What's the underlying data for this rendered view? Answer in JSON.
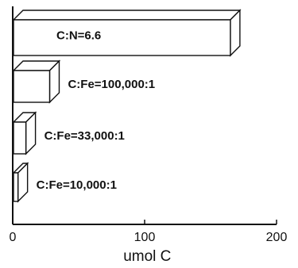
{
  "chart_data": {
    "type": "bar",
    "orientation": "horizontal",
    "style": "3d",
    "categories": [
      "C:N=6.6",
      "C:Fe=100,000:1",
      "C:Fe=33,000:1",
      "C:Fe=10,000:1"
    ],
    "values": [
      165,
      28,
      10,
      4
    ],
    "xlabel": "umol C",
    "xlim": [
      0,
      200
    ],
    "xticks": [
      "0",
      "100",
      "200"
    ],
    "grid": false,
    "colors": {
      "bar_face": "#ffffff",
      "bar_edge": "#111111",
      "axis": "#111111"
    }
  }
}
